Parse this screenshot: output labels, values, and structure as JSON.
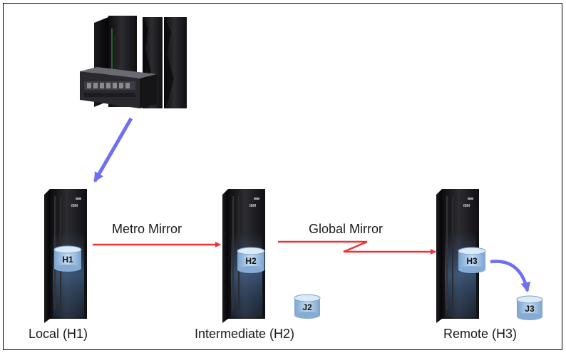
{
  "sites": [
    {
      "label": "Local (H1)",
      "volume": "H1"
    },
    {
      "label": "Intermediate (H2)",
      "volume": "H2",
      "journal": "J2"
    },
    {
      "label": "Remote (H3)",
      "volume": "H3",
      "journal": "J3"
    }
  ],
  "links": {
    "metro": "Metro Mirror",
    "global": "Global Mirror"
  },
  "brand": "IBM",
  "colors": {
    "replication_arrow": "#f03232",
    "host_arrow": "#6f6ff2",
    "volume": "#aac8e8",
    "server_body": "#1e1e22"
  }
}
